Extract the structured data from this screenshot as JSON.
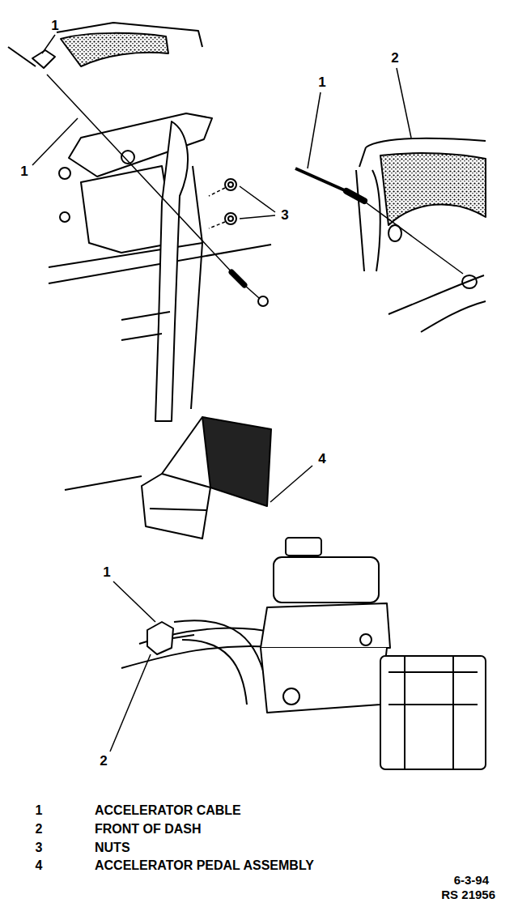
{
  "diagram": {
    "labels": [
      "1",
      "1",
      "2",
      "1",
      "3",
      "4",
      "1",
      "2",
      "1",
      "ACCELERATOR CABLE",
      "2",
      "FRONT OF DASH",
      "3",
      "NUTS",
      "4",
      "ACCELERATOR PEDAL ASSEMBLY",
      "6-3-94",
      "RS 21956"
    ]
  }
}
